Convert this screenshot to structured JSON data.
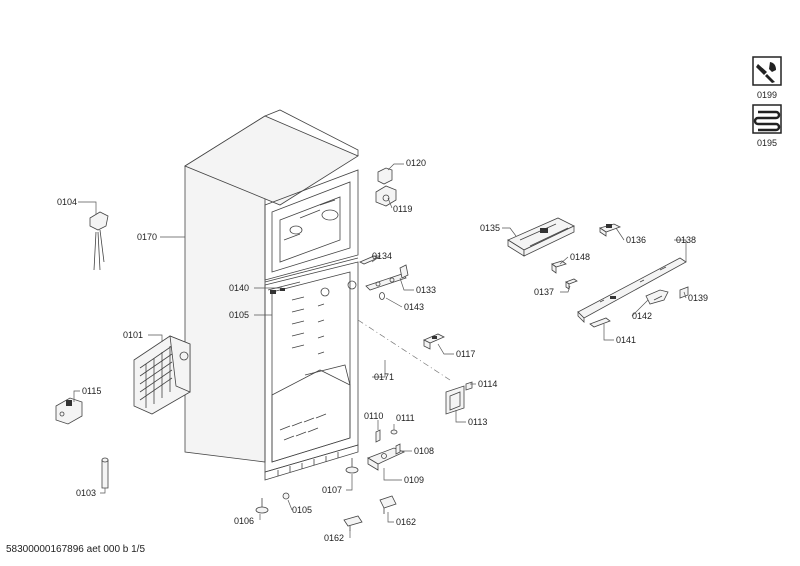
{
  "footer": "58300000167896 aet 000 b 1/5",
  "icons": [
    {
      "name": "service-tool-icon",
      "label": "0199"
    },
    {
      "name": "manual-icon",
      "label": "0195"
    }
  ],
  "parts": [
    {
      "id": "p0120",
      "label": "0120"
    },
    {
      "id": "p0119",
      "label": "0119"
    },
    {
      "id": "p0104",
      "label": "0104"
    },
    {
      "id": "p0170",
      "label": "0170"
    },
    {
      "id": "p0134",
      "label": "0134"
    },
    {
      "id": "p0133",
      "label": "0133"
    },
    {
      "id": "p0143",
      "label": "0143"
    },
    {
      "id": "p0140",
      "label": "0140"
    },
    {
      "id": "p0105a",
      "label": "0105"
    },
    {
      "id": "p0135",
      "label": "0135"
    },
    {
      "id": "p0136",
      "label": "0136"
    },
    {
      "id": "p0138",
      "label": "0138"
    },
    {
      "id": "p0148",
      "label": "0148"
    },
    {
      "id": "p0137",
      "label": "0137"
    },
    {
      "id": "p0139",
      "label": "0139"
    },
    {
      "id": "p0142",
      "label": "0142"
    },
    {
      "id": "p0141",
      "label": "0141"
    },
    {
      "id": "p0101",
      "label": "0101"
    },
    {
      "id": "p0117",
      "label": "0117"
    },
    {
      "id": "p0171",
      "label": "0171"
    },
    {
      "id": "p0115",
      "label": "0115"
    },
    {
      "id": "p0114",
      "label": "0114"
    },
    {
      "id": "p0113",
      "label": "0113"
    },
    {
      "id": "p0110",
      "label": "0110"
    },
    {
      "id": "p0111",
      "label": "0111"
    },
    {
      "id": "p0108",
      "label": "0108"
    },
    {
      "id": "p0109",
      "label": "0109"
    },
    {
      "id": "p0103",
      "label": "0103"
    },
    {
      "id": "p0107",
      "label": "0107"
    },
    {
      "id": "p0106",
      "label": "0106"
    },
    {
      "id": "p0105b",
      "label": "0105"
    },
    {
      "id": "p0162a",
      "label": "0162"
    },
    {
      "id": "p0162b",
      "label": "0162"
    }
  ]
}
